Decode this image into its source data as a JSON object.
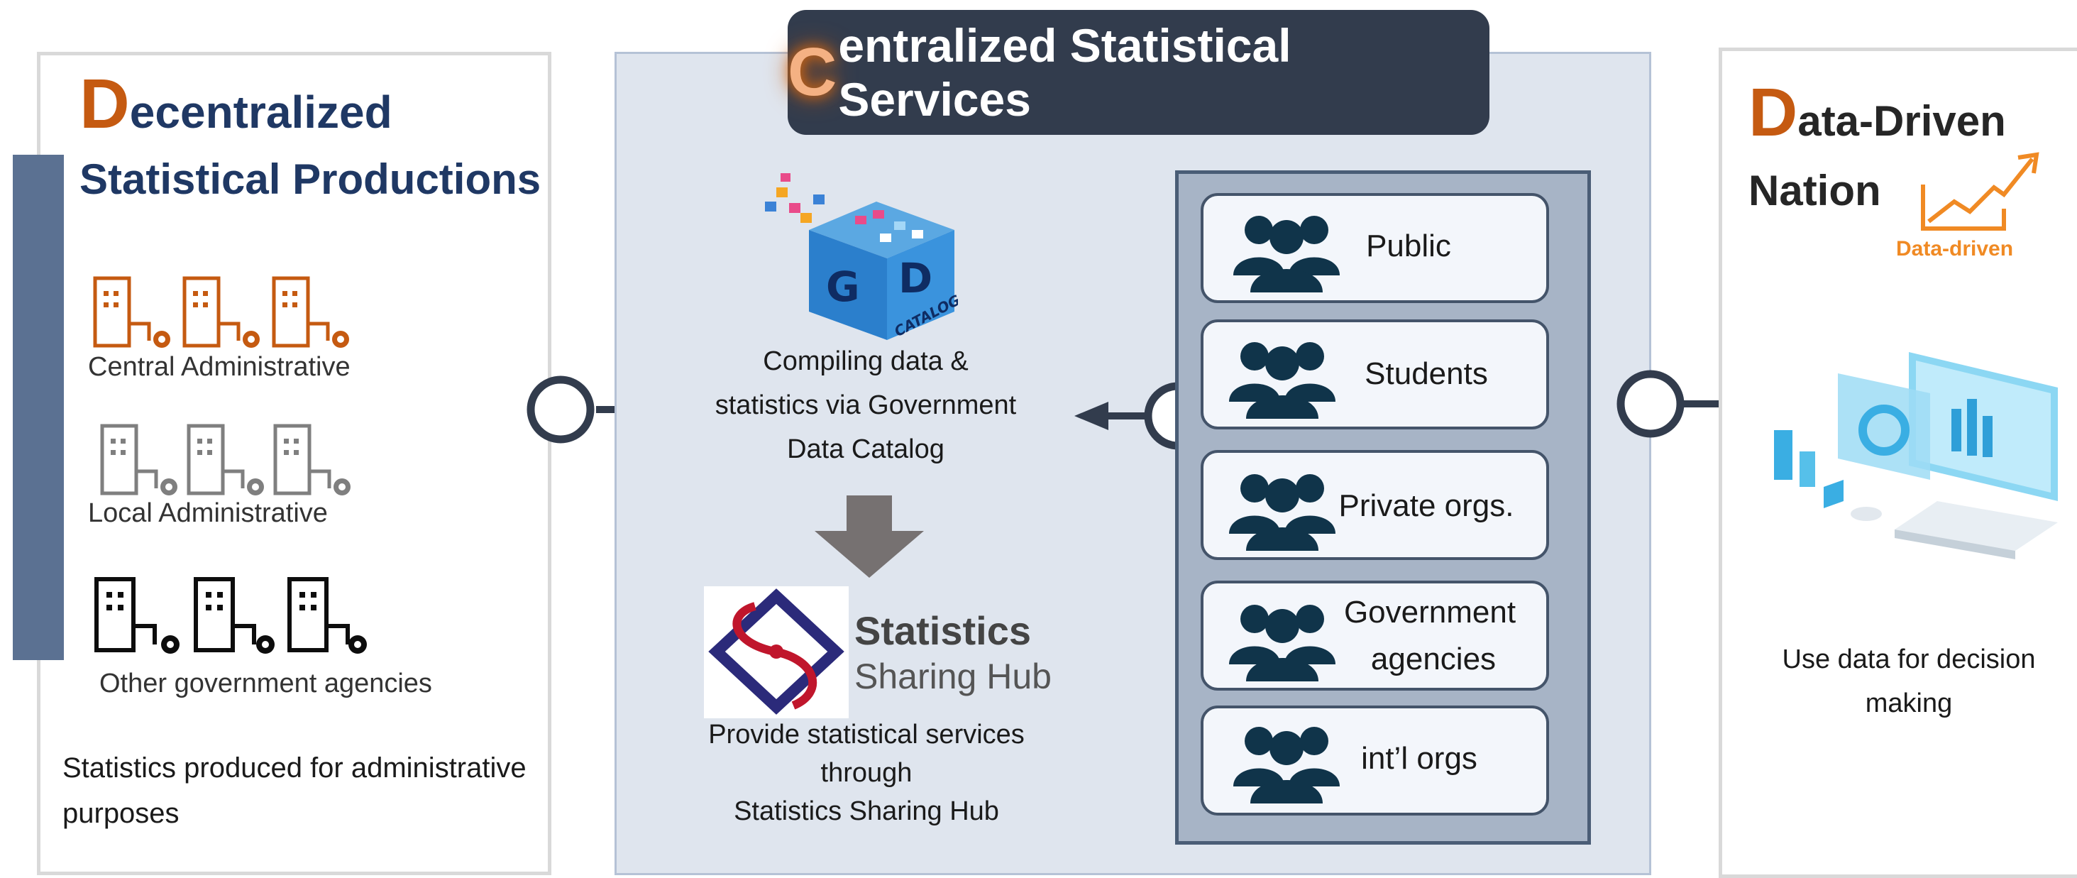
{
  "left": {
    "title_letter": "D",
    "title_line1": "ecentralized",
    "title_line2": "Statistical Productions",
    "groups": [
      {
        "label": "Central Administrative",
        "color": "#c55a11"
      },
      {
        "label": "Local Administrative",
        "color": "#7f7f7f"
      },
      {
        "label": "Other government agencies",
        "color": "#0d0d0d"
      }
    ],
    "description_line1": "Statistics produced for administrative",
    "description_line2": "purposes"
  },
  "center": {
    "title_letter": "C",
    "title_rest": "entralized Statistical Services",
    "catalog_logo_letters": [
      "G",
      "D"
    ],
    "catalog_logo_sub": "CATALOG",
    "catalog_text_line1": "Compiling data &",
    "catalog_text_line2": "statistics via Government",
    "catalog_text_line3": "Data Catalog",
    "hub_title": "Statistics",
    "hub_subtitle": "Sharing Hub",
    "hub_text_line1": "Provide statistical services",
    "hub_text_line2": "through",
    "hub_text_line3": "Statistics Sharing Hub",
    "audiences": [
      {
        "line1": "Public",
        "line2": ""
      },
      {
        "line1": "Students",
        "line2": ""
      },
      {
        "line1": "Private orgs.",
        "line2": ""
      },
      {
        "line1": "Government",
        "line2": "agencies"
      },
      {
        "line1": "int’l orgs",
        "line2": ""
      }
    ]
  },
  "right": {
    "title_letter": "D",
    "title_line1": "ata-Driven",
    "title_line2": "Nation",
    "icon_caption": "Data-driven",
    "description_line1": "Use data for decision",
    "description_line2": "making"
  },
  "colors": {
    "accent_orange": "#c55a11",
    "navy": "#1f3864",
    "dark_slate": "#323c4d",
    "people_icon": "#10344a"
  }
}
